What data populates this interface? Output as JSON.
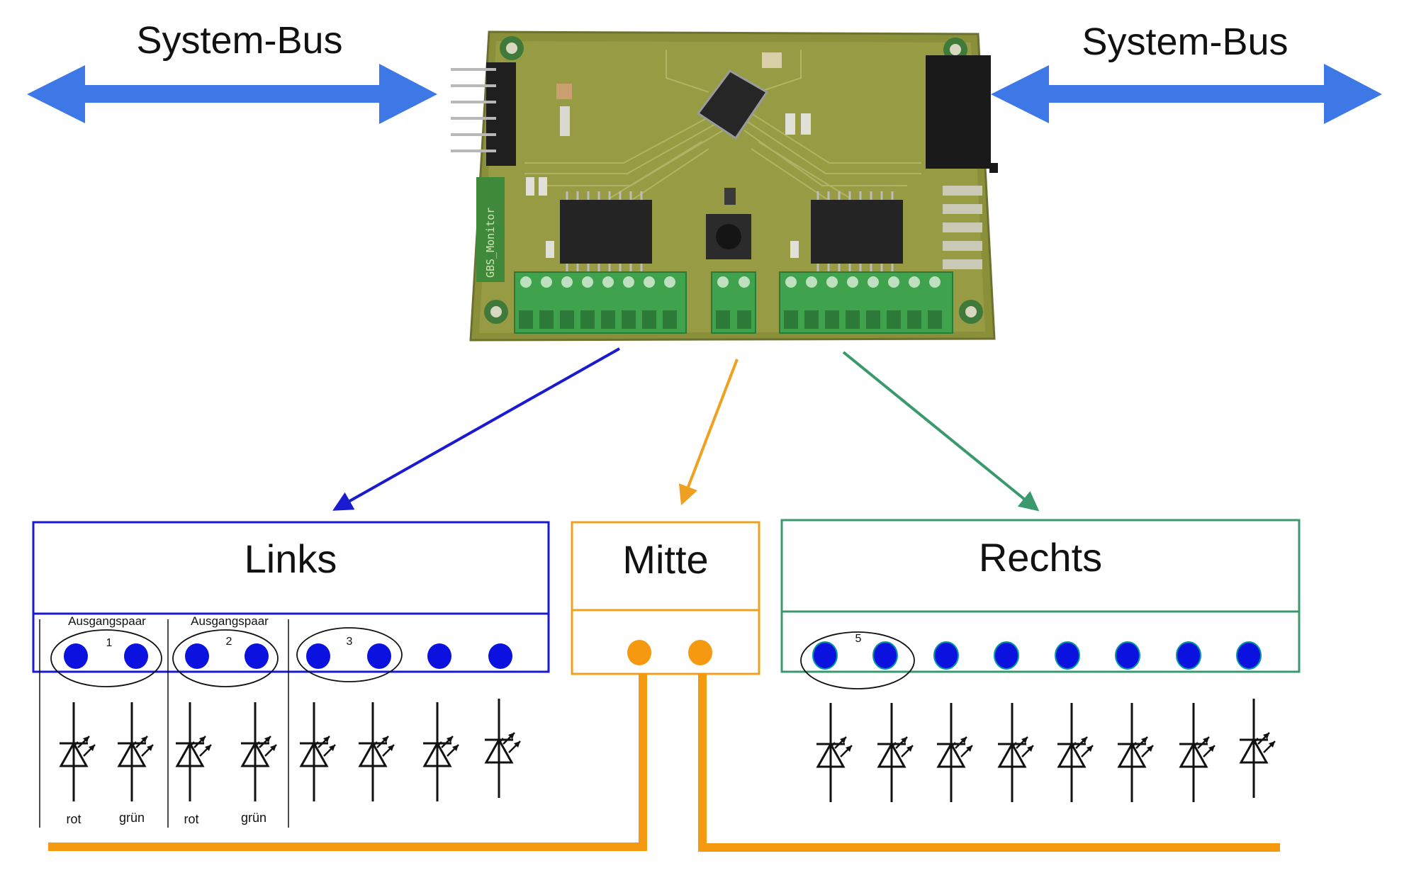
{
  "bus": {
    "left_label": "System-Bus",
    "right_label": "System-Bus",
    "arrow_color": "#3d78e6"
  },
  "board": {
    "silkscreen": "GBS_Monitor",
    "pcb_color": "#8a8f3a",
    "terminal_color": "#3fa34d"
  },
  "groups": {
    "links": {
      "title": "Links",
      "color": "#1a1ad0",
      "led_color": "#0b12e0",
      "pairs": [
        {
          "caption": "Ausgangspaar",
          "number": "1"
        },
        {
          "caption": "Ausgangspaar",
          "number": "2"
        },
        {
          "caption": "",
          "number": "3"
        }
      ],
      "lamp_labels": [
        "rot",
        "grün",
        "rot",
        "grün"
      ]
    },
    "mitte": {
      "title": "Mitte",
      "color": "#f0a020",
      "led_color": "#f59a10"
    },
    "rechts": {
      "title": "Rechts",
      "color": "#3a9a6e",
      "led_color": "#0b12e0",
      "pairs": [
        {
          "caption": "",
          "number": "5"
        }
      ]
    }
  },
  "wire_color": "#f59a10",
  "diode_color": "#111111"
}
